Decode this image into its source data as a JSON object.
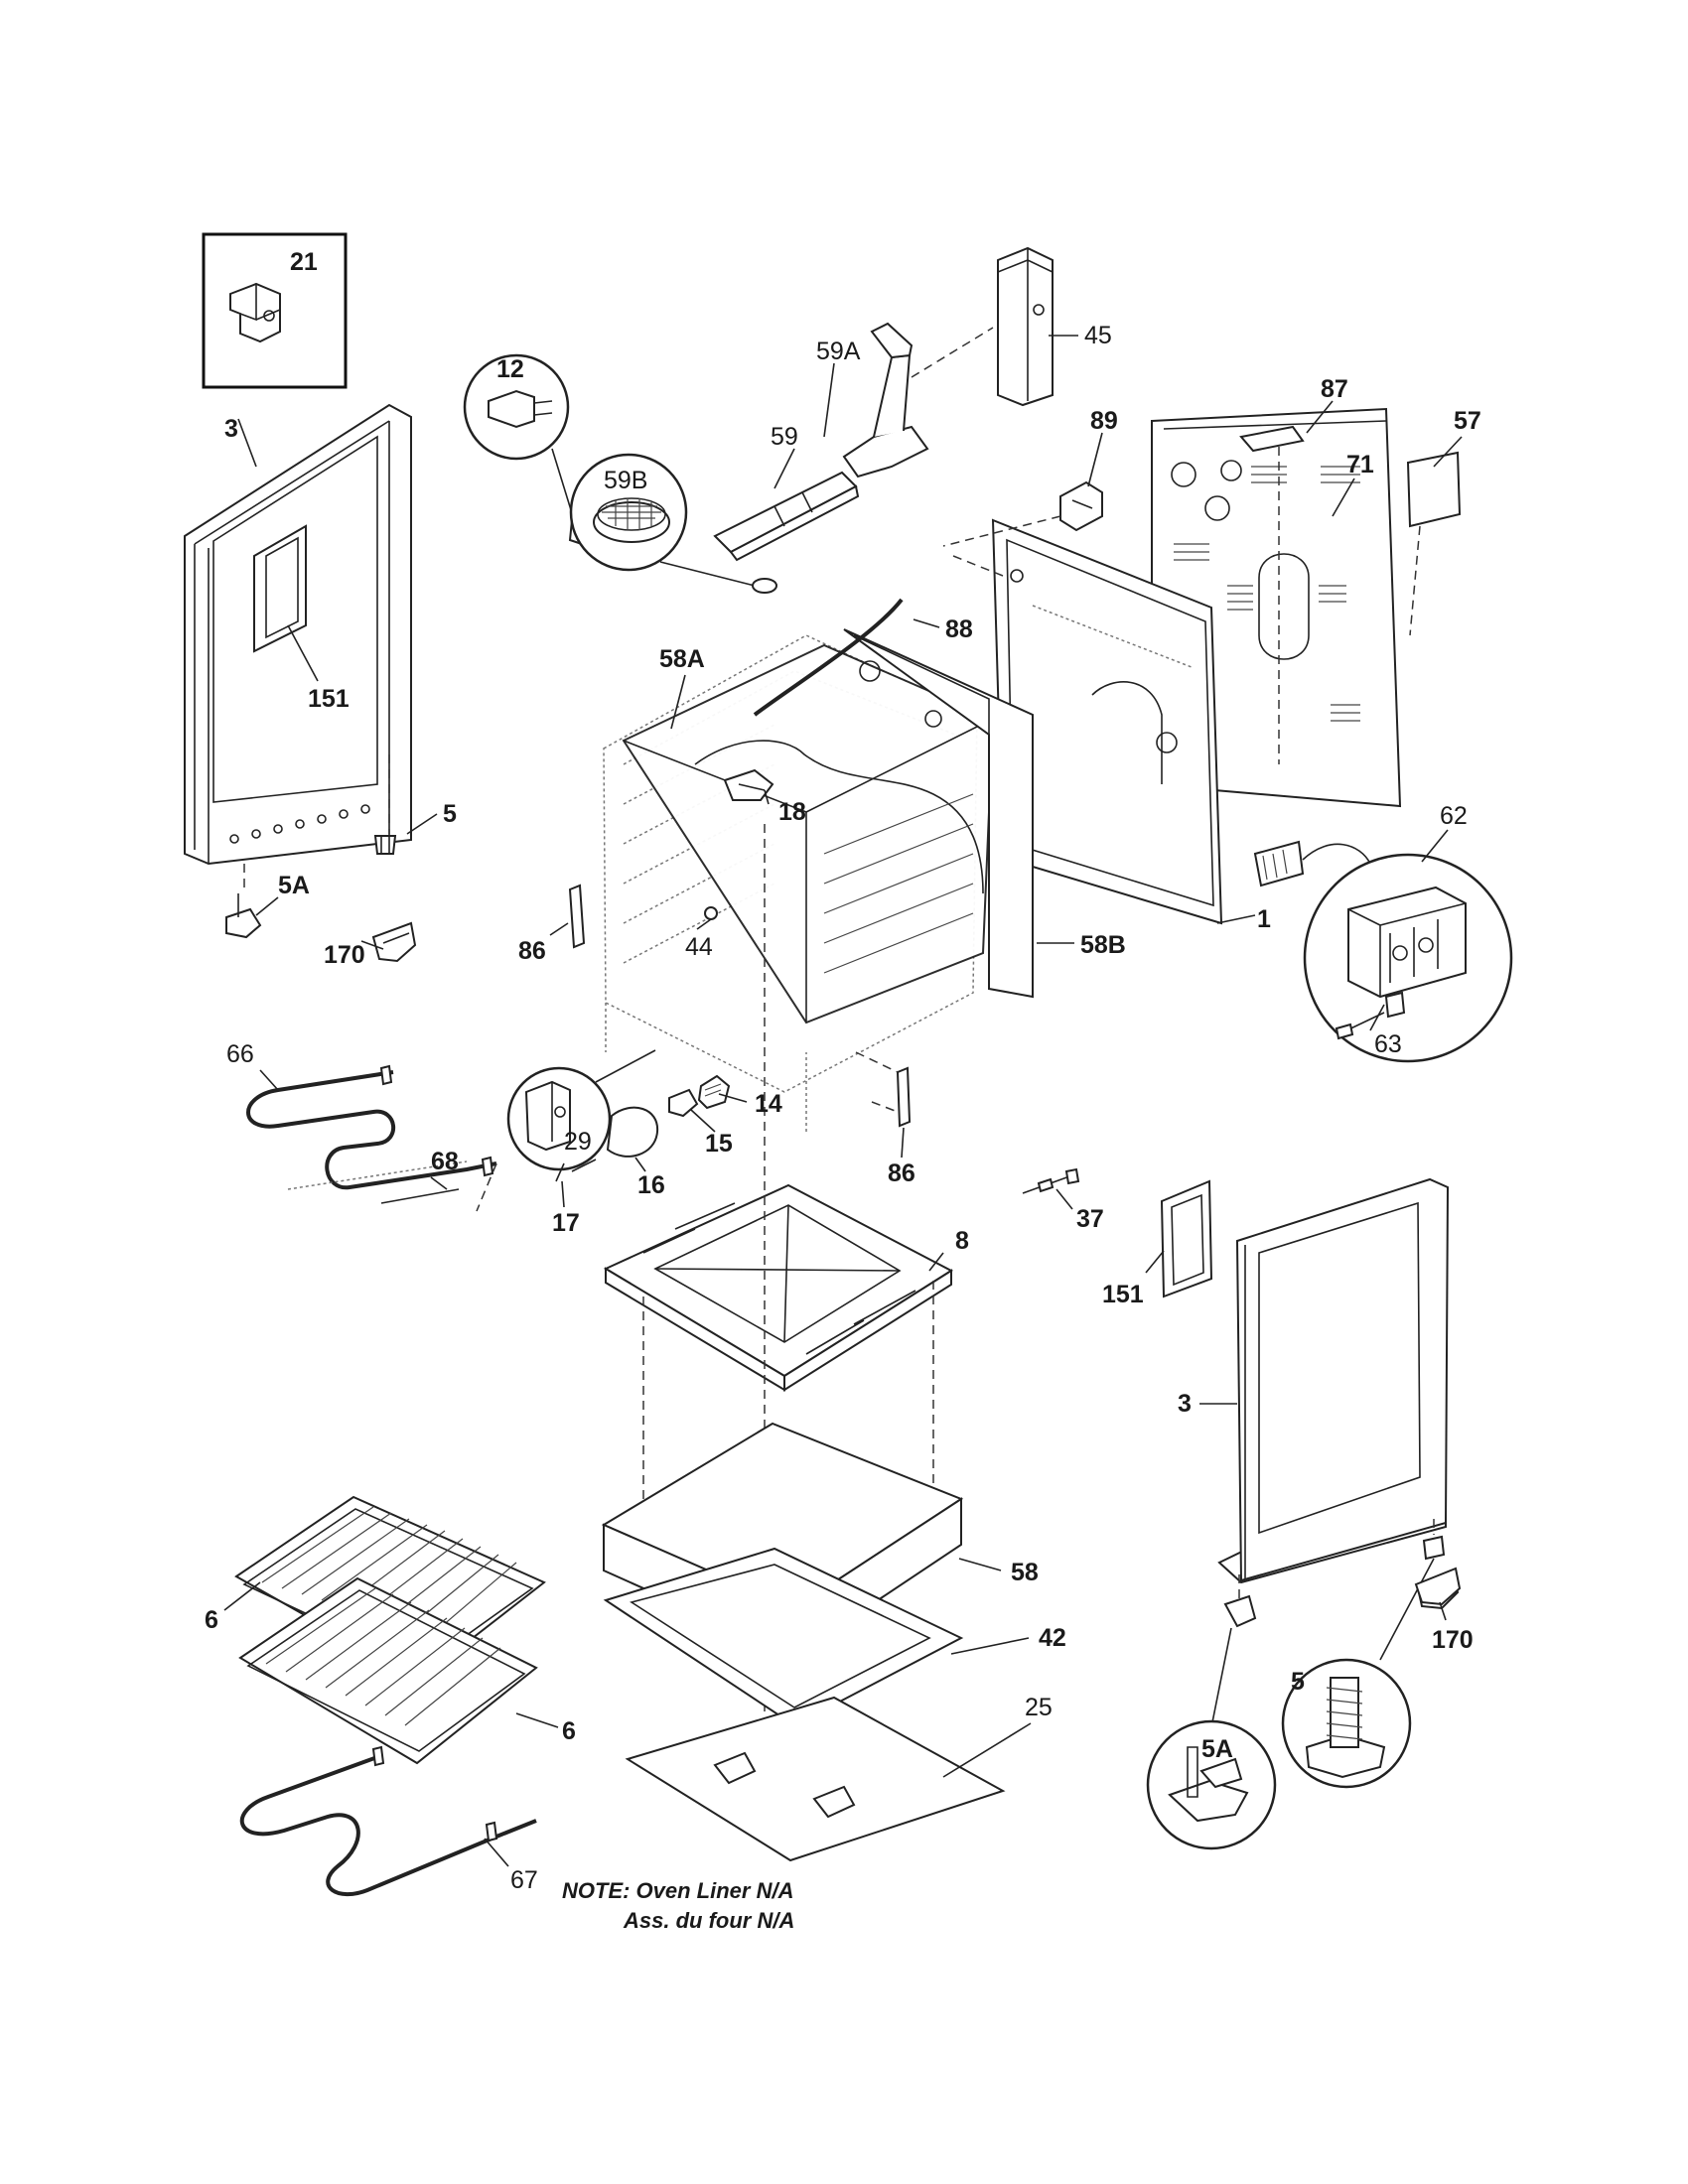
{
  "parts": [
    {
      "id": "p21",
      "label": "21",
      "bold": true
    },
    {
      "id": "p3a",
      "label": "3",
      "bold": true
    },
    {
      "id": "p151a",
      "label": "151",
      "bold": true
    },
    {
      "id": "p5a",
      "label": "5",
      "bold": true
    },
    {
      "id": "p5Aa",
      "label": "5A",
      "bold": true
    },
    {
      "id": "p170a",
      "label": "170",
      "bold": true
    },
    {
      "id": "p12",
      "label": "12",
      "bold": true
    },
    {
      "id": "p59B",
      "label": "59B",
      "bold": false
    },
    {
      "id": "p59",
      "label": "59",
      "bold": false
    },
    {
      "id": "p59A",
      "label": "59A",
      "bold": false
    },
    {
      "id": "p45",
      "label": "45",
      "bold": false
    },
    {
      "id": "p89",
      "label": "89",
      "bold": true
    },
    {
      "id": "p87",
      "label": "87",
      "bold": true
    },
    {
      "id": "p57",
      "label": "57",
      "bold": true
    },
    {
      "id": "p71",
      "label": "71",
      "bold": true
    },
    {
      "id": "p58A",
      "label": "58A",
      "bold": true
    },
    {
      "id": "p88",
      "label": "88",
      "bold": true
    },
    {
      "id": "p18",
      "label": "18",
      "bold": true
    },
    {
      "id": "p62",
      "label": "62",
      "bold": false
    },
    {
      "id": "p1",
      "label": "1",
      "bold": true
    },
    {
      "id": "p63",
      "label": "63",
      "bold": false
    },
    {
      "id": "p86a",
      "label": "86",
      "bold": true
    },
    {
      "id": "p44",
      "label": "44",
      "bold": false
    },
    {
      "id": "p58B",
      "label": "58B",
      "bold": true
    },
    {
      "id": "p66",
      "label": "66",
      "bold": false
    },
    {
      "id": "p29",
      "label": "29",
      "bold": false
    },
    {
      "id": "p14",
      "label": "14",
      "bold": true
    },
    {
      "id": "p15",
      "label": "15",
      "bold": true
    },
    {
      "id": "p16",
      "label": "16",
      "bold": true
    },
    {
      "id": "p17",
      "label": "17",
      "bold": true
    },
    {
      "id": "p68",
      "label": "68",
      "bold": true
    },
    {
      "id": "p86b",
      "label": "86",
      "bold": true
    },
    {
      "id": "p37",
      "label": "37",
      "bold": true
    },
    {
      "id": "p8",
      "label": "8",
      "bold": true
    },
    {
      "id": "p151b",
      "label": "151",
      "bold": true
    },
    {
      "id": "p3b",
      "label": "3",
      "bold": true
    },
    {
      "id": "p58",
      "label": "58",
      "bold": true
    },
    {
      "id": "p42",
      "label": "42",
      "bold": true
    },
    {
      "id": "p25",
      "label": "25",
      "bold": false
    },
    {
      "id": "p6a",
      "label": "6",
      "bold": true
    },
    {
      "id": "p6b",
      "label": "6",
      "bold": true
    },
    {
      "id": "p67",
      "label": "67",
      "bold": false
    },
    {
      "id": "p170b",
      "label": "170",
      "bold": true
    },
    {
      "id": "p5b",
      "label": "5",
      "bold": true
    },
    {
      "id": "p5Ab",
      "label": "5A",
      "bold": true
    }
  ],
  "note": {
    "line1": "NOTE: Oven Liner N/A",
    "line2": "Ass. du four N/A"
  }
}
